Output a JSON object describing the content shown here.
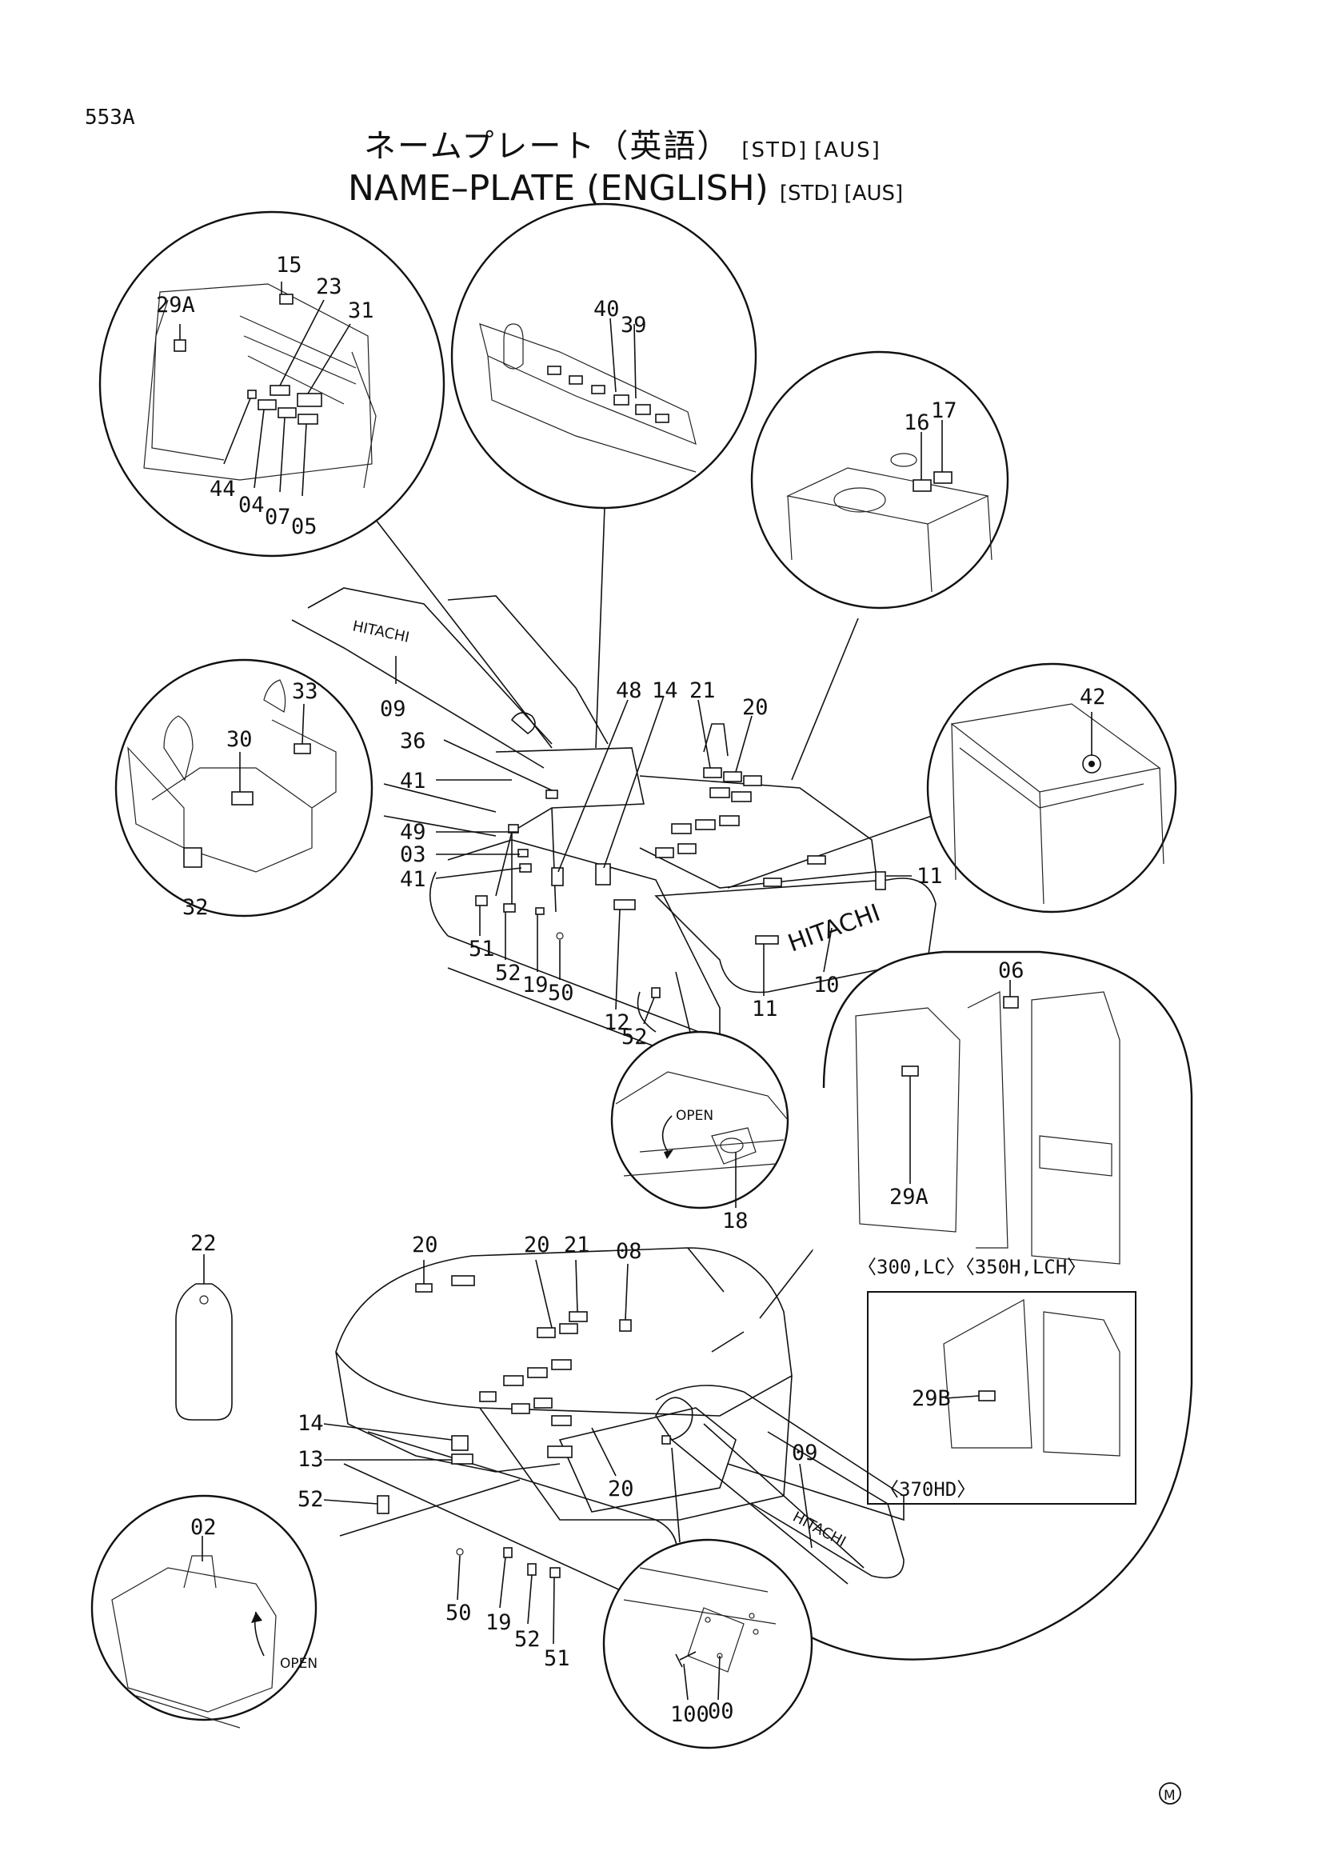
{
  "page": {
    "number": "553A",
    "mark": "M"
  },
  "title": {
    "japanese": "ネームプレート（英語）",
    "english": "NAME–PLATE  (ENGLISH)",
    "tags": [
      "[STD]",
      "[AUS]"
    ]
  },
  "machine_text": {
    "boom_brand": "HITACHI",
    "counterweight_brand": "HITACHI",
    "rear_boom_brand": "HITACHI",
    "open_label": "OPEN"
  },
  "callouts": {
    "cab_detail": [
      "15",
      "29A",
      "23",
      "31",
      "44",
      "04",
      "07",
      "05"
    ],
    "panel_detail": [
      "40",
      "39"
    ],
    "battery_detail": [
      "16",
      "17"
    ],
    "lever_detail": [
      "33",
      "30",
      "32"
    ],
    "radiator_detail": [
      "42"
    ],
    "front_view": [
      "09",
      "36",
      "41",
      "49",
      "03",
      "41",
      "48",
      "14",
      "21",
      "20",
      "11",
      "51",
      "52",
      "19",
      "50",
      "12",
      "52",
      "11",
      "10"
    ],
    "cover_detail": [
      "18"
    ],
    "cab_interior_detail": [
      "06",
      "29A"
    ],
    "tag_part": "22",
    "rear_view": [
      "20",
      "20",
      "21",
      "08",
      "14",
      "13",
      "52",
      "09",
      "20",
      "50",
      "19",
      "52",
      "51"
    ],
    "box_detail": [
      "29B"
    ],
    "step_detail": [
      "02"
    ],
    "bolt_detail": [
      "100",
      "00"
    ]
  },
  "variants": {
    "line1": "〈300,LC〉〈350H,LCH〉",
    "box_footer": "〈370HD〉"
  }
}
